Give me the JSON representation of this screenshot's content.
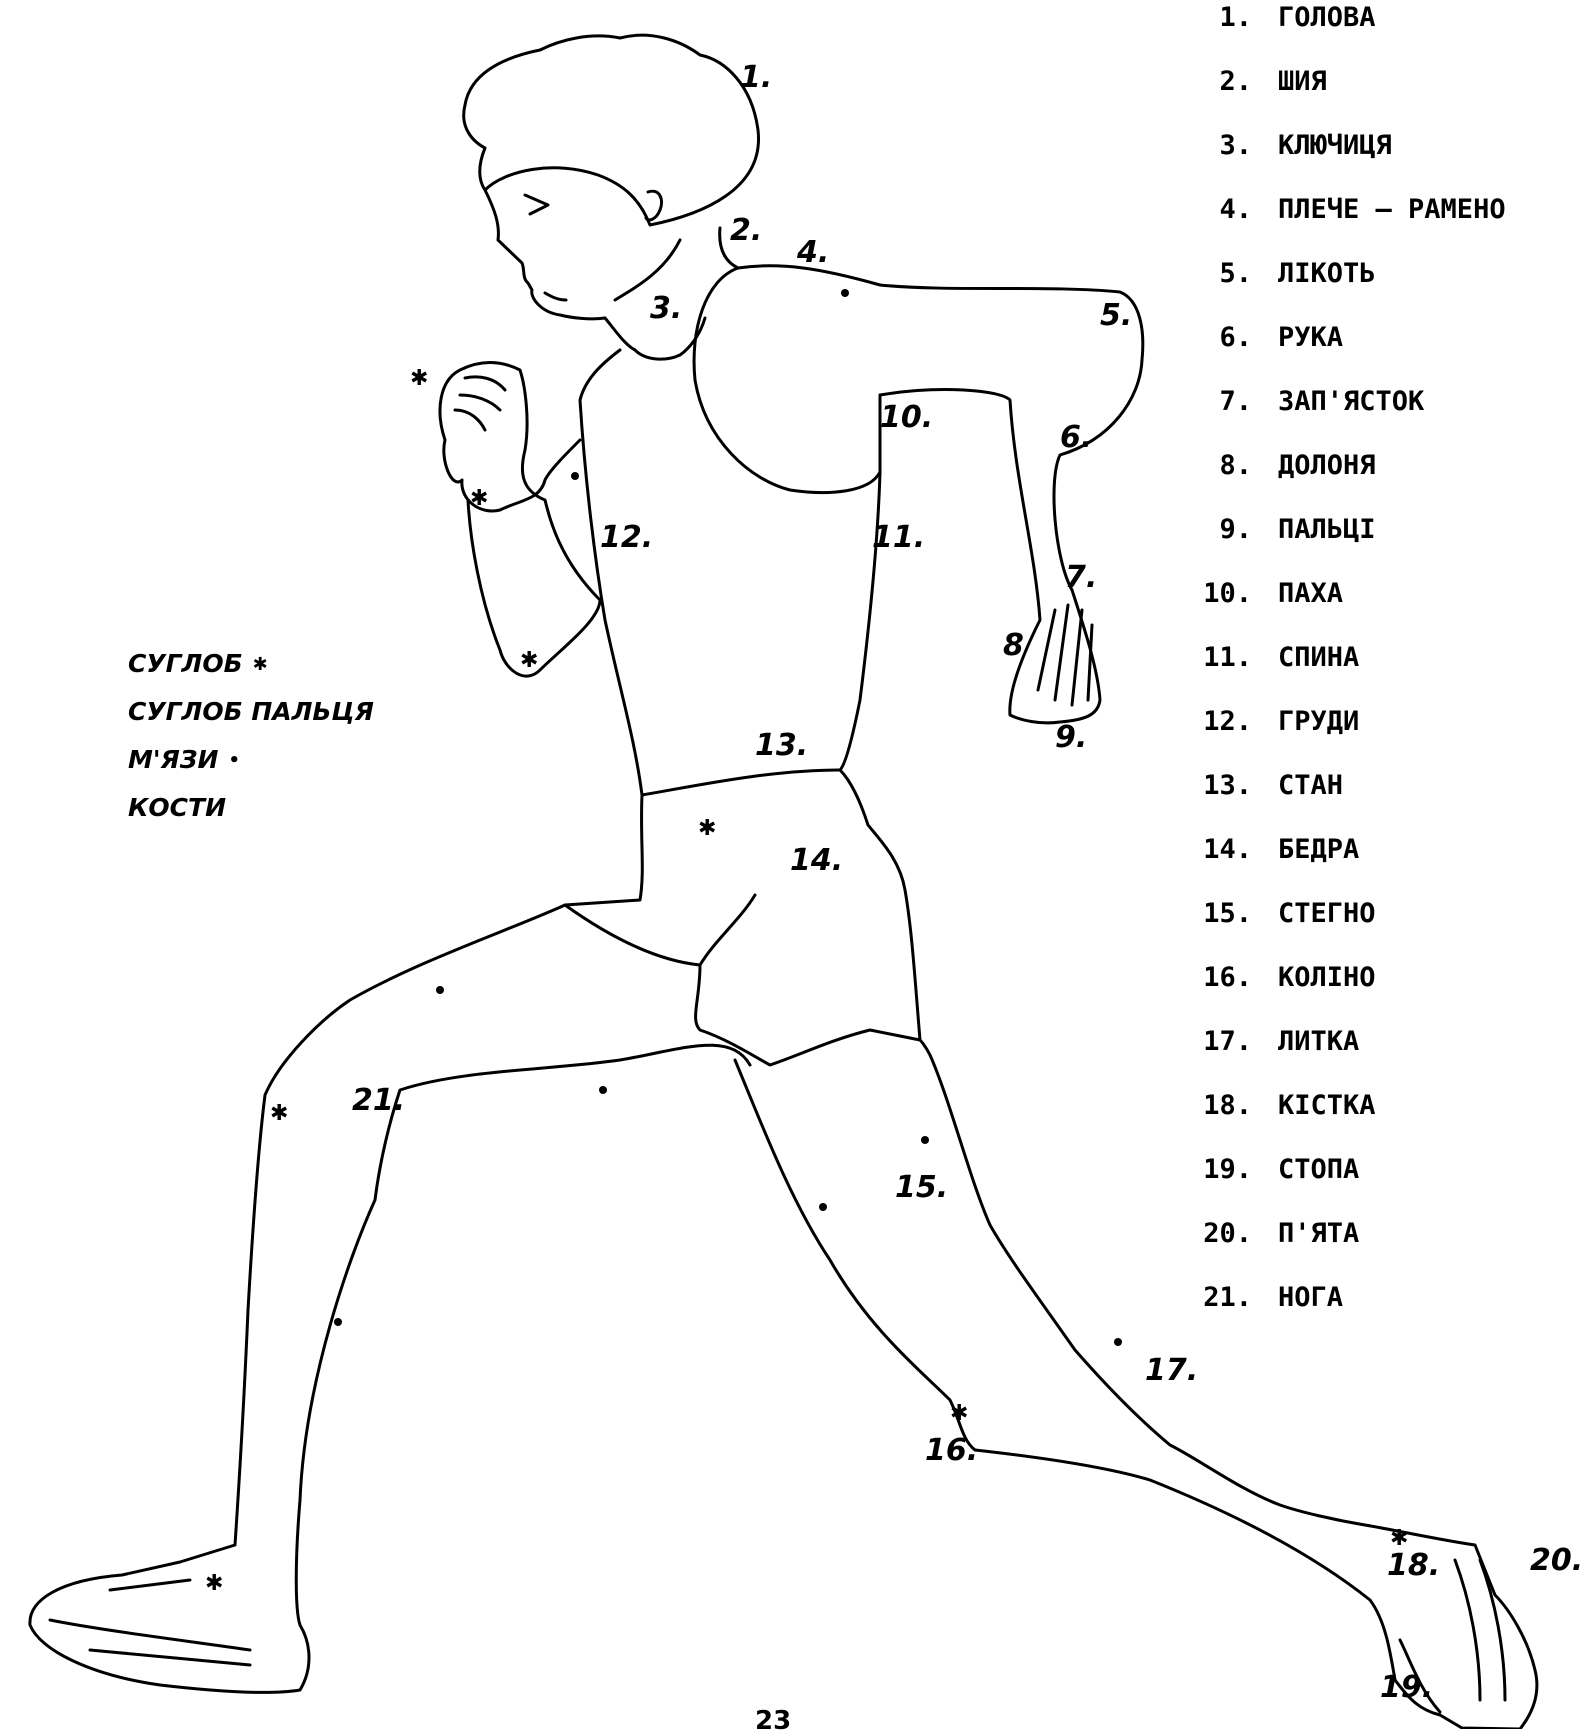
{
  "legend": [
    {
      "num": "1.",
      "label": "ГОЛОВА"
    },
    {
      "num": "2.",
      "label": "ШИЯ"
    },
    {
      "num": "3.",
      "label": "КЛЮЧИЦЯ"
    },
    {
      "num": "4.",
      "label": "ПЛЕЧЕ – РАМЕНО"
    },
    {
      "num": "5.",
      "label": "ЛІКОТЬ"
    },
    {
      "num": "6.",
      "label": "РУКА"
    },
    {
      "num": "7.",
      "label": "ЗАП'ЯСТОК"
    },
    {
      "num": "8.",
      "label": "ДОЛОНЯ"
    },
    {
      "num": "9.",
      "label": "ПАЛЬЦІ"
    },
    {
      "num": "10.",
      "label": "ПАХА"
    },
    {
      "num": "11.",
      "label": "СПИНА"
    },
    {
      "num": "12.",
      "label": "ГРУДИ"
    },
    {
      "num": "13.",
      "label": "СТАН"
    },
    {
      "num": "14.",
      "label": "БЕДРА"
    },
    {
      "num": "15.",
      "label": "СТЕГНО"
    },
    {
      "num": "16.",
      "label": "КОЛІНО"
    },
    {
      "num": "17.",
      "label": "ЛИТКА"
    },
    {
      "num": "18.",
      "label": "КІСТКА"
    },
    {
      "num": "19.",
      "label": "СТОПА"
    },
    {
      "num": "20.",
      "label": "П'ЯТА"
    },
    {
      "num": "21.",
      "label": "НОГА"
    }
  ],
  "key": [
    {
      "label": "СУГЛОБ",
      "marker": "✱"
    },
    {
      "label": "СУГЛОБ ПАЛЬЦЯ",
      "marker": ""
    },
    {
      "label": "М'ЯЗИ",
      "marker": "•"
    },
    {
      "label": "КОСТИ",
      "marker": ""
    }
  ],
  "figure_numbers": [
    "1.",
    "2.",
    "3.",
    "4.",
    "5.",
    "6.",
    "7.",
    "8",
    "9.",
    "10.",
    "11.",
    "12.",
    "13.",
    "14.",
    "15.",
    "16.",
    "17.",
    "18.",
    "19.",
    "20.",
    "21."
  ],
  "page_number": "23",
  "colors": {
    "ink": "#000000",
    "paper": "#ffffff"
  }
}
